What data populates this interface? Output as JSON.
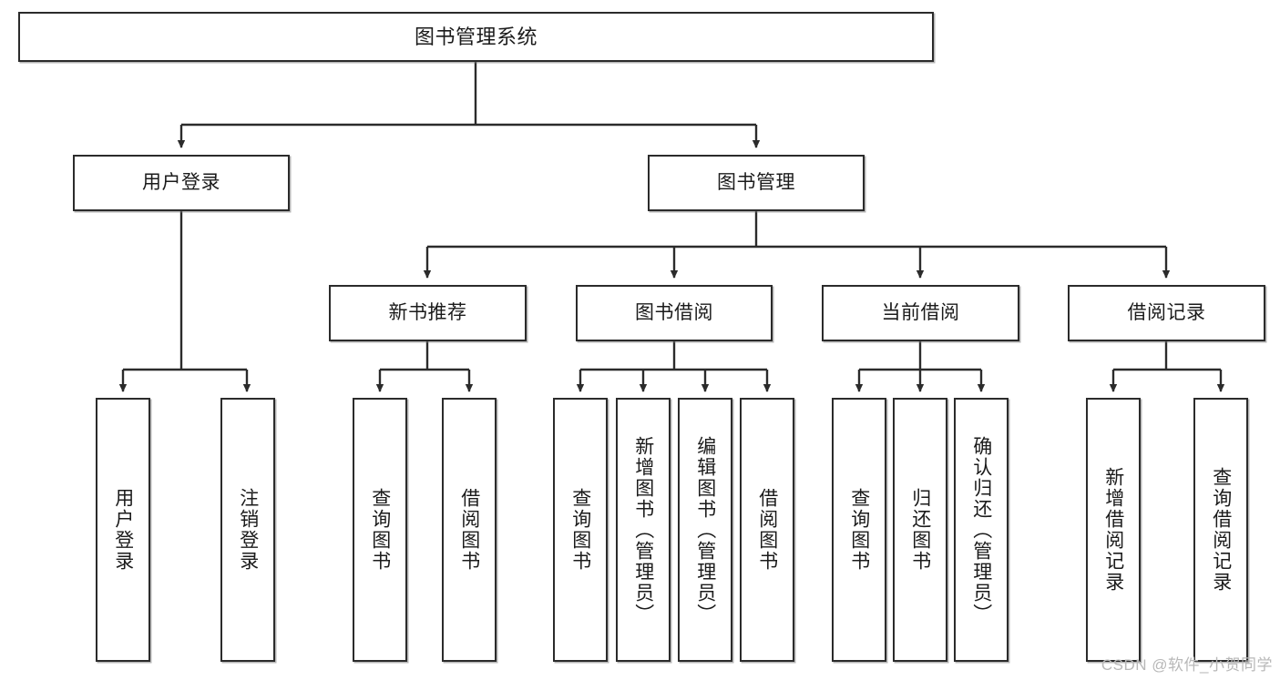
{
  "diagram": {
    "title": "图书管理系统",
    "type": "function-structure-tree",
    "watermark": "CSDN @软件_小贺同学",
    "colors": {
      "box_border": "#2b2b2b",
      "box_fill": "#ffffff",
      "connector": "#2b2b2b",
      "text": "#1b1b1b",
      "watermark": "#b8b8b8",
      "background": "#ffffff"
    },
    "levels": {
      "level1": [
        {
          "id": "root",
          "label": "图书管理系统"
        }
      ],
      "level2": [
        {
          "id": "user-login",
          "label": "用户登录"
        },
        {
          "id": "book-manage",
          "label": "图书管理"
        }
      ],
      "level3": [
        {
          "id": "new-book-recommend",
          "label": "新书推荐",
          "parent": "book-manage"
        },
        {
          "id": "book-borrow",
          "label": "图书借阅",
          "parent": "book-manage"
        },
        {
          "id": "current-borrow",
          "label": "当前借阅",
          "parent": "book-manage"
        },
        {
          "id": "borrow-record",
          "label": "借阅记录",
          "parent": "book-manage"
        }
      ],
      "level4": [
        {
          "id": "leaf-user-login",
          "label": "用户登录",
          "parent": "user-login"
        },
        {
          "id": "leaf-logout-login",
          "label": "注销登录",
          "parent": "user-login"
        },
        {
          "id": "leaf-query-book-1",
          "label": "查询图书",
          "parent": "new-book-recommend"
        },
        {
          "id": "leaf-borrow-book-1",
          "label": "借阅图书",
          "parent": "new-book-recommend"
        },
        {
          "id": "leaf-query-book-2",
          "label": "查询图书",
          "parent": "book-borrow"
        },
        {
          "id": "leaf-add-book",
          "label": "新增图书（管理员）",
          "parent": "book-borrow"
        },
        {
          "id": "leaf-edit-book",
          "label": "编辑图书（管理员）",
          "parent": "book-borrow"
        },
        {
          "id": "leaf-borrow-book-2",
          "label": "借阅图书",
          "parent": "book-borrow"
        },
        {
          "id": "leaf-query-book-3",
          "label": "查询图书",
          "parent": "current-borrow"
        },
        {
          "id": "leaf-return-book",
          "label": "归还图书",
          "parent": "current-borrow"
        },
        {
          "id": "leaf-confirm-return",
          "label": "确认归还（管理员）",
          "parent": "current-borrow"
        },
        {
          "id": "leaf-add-record",
          "label": "新增借阅记录",
          "parent": "borrow-record"
        },
        {
          "id": "leaf-query-record",
          "label": "查询借阅记录",
          "parent": "borrow-record"
        }
      ]
    }
  }
}
